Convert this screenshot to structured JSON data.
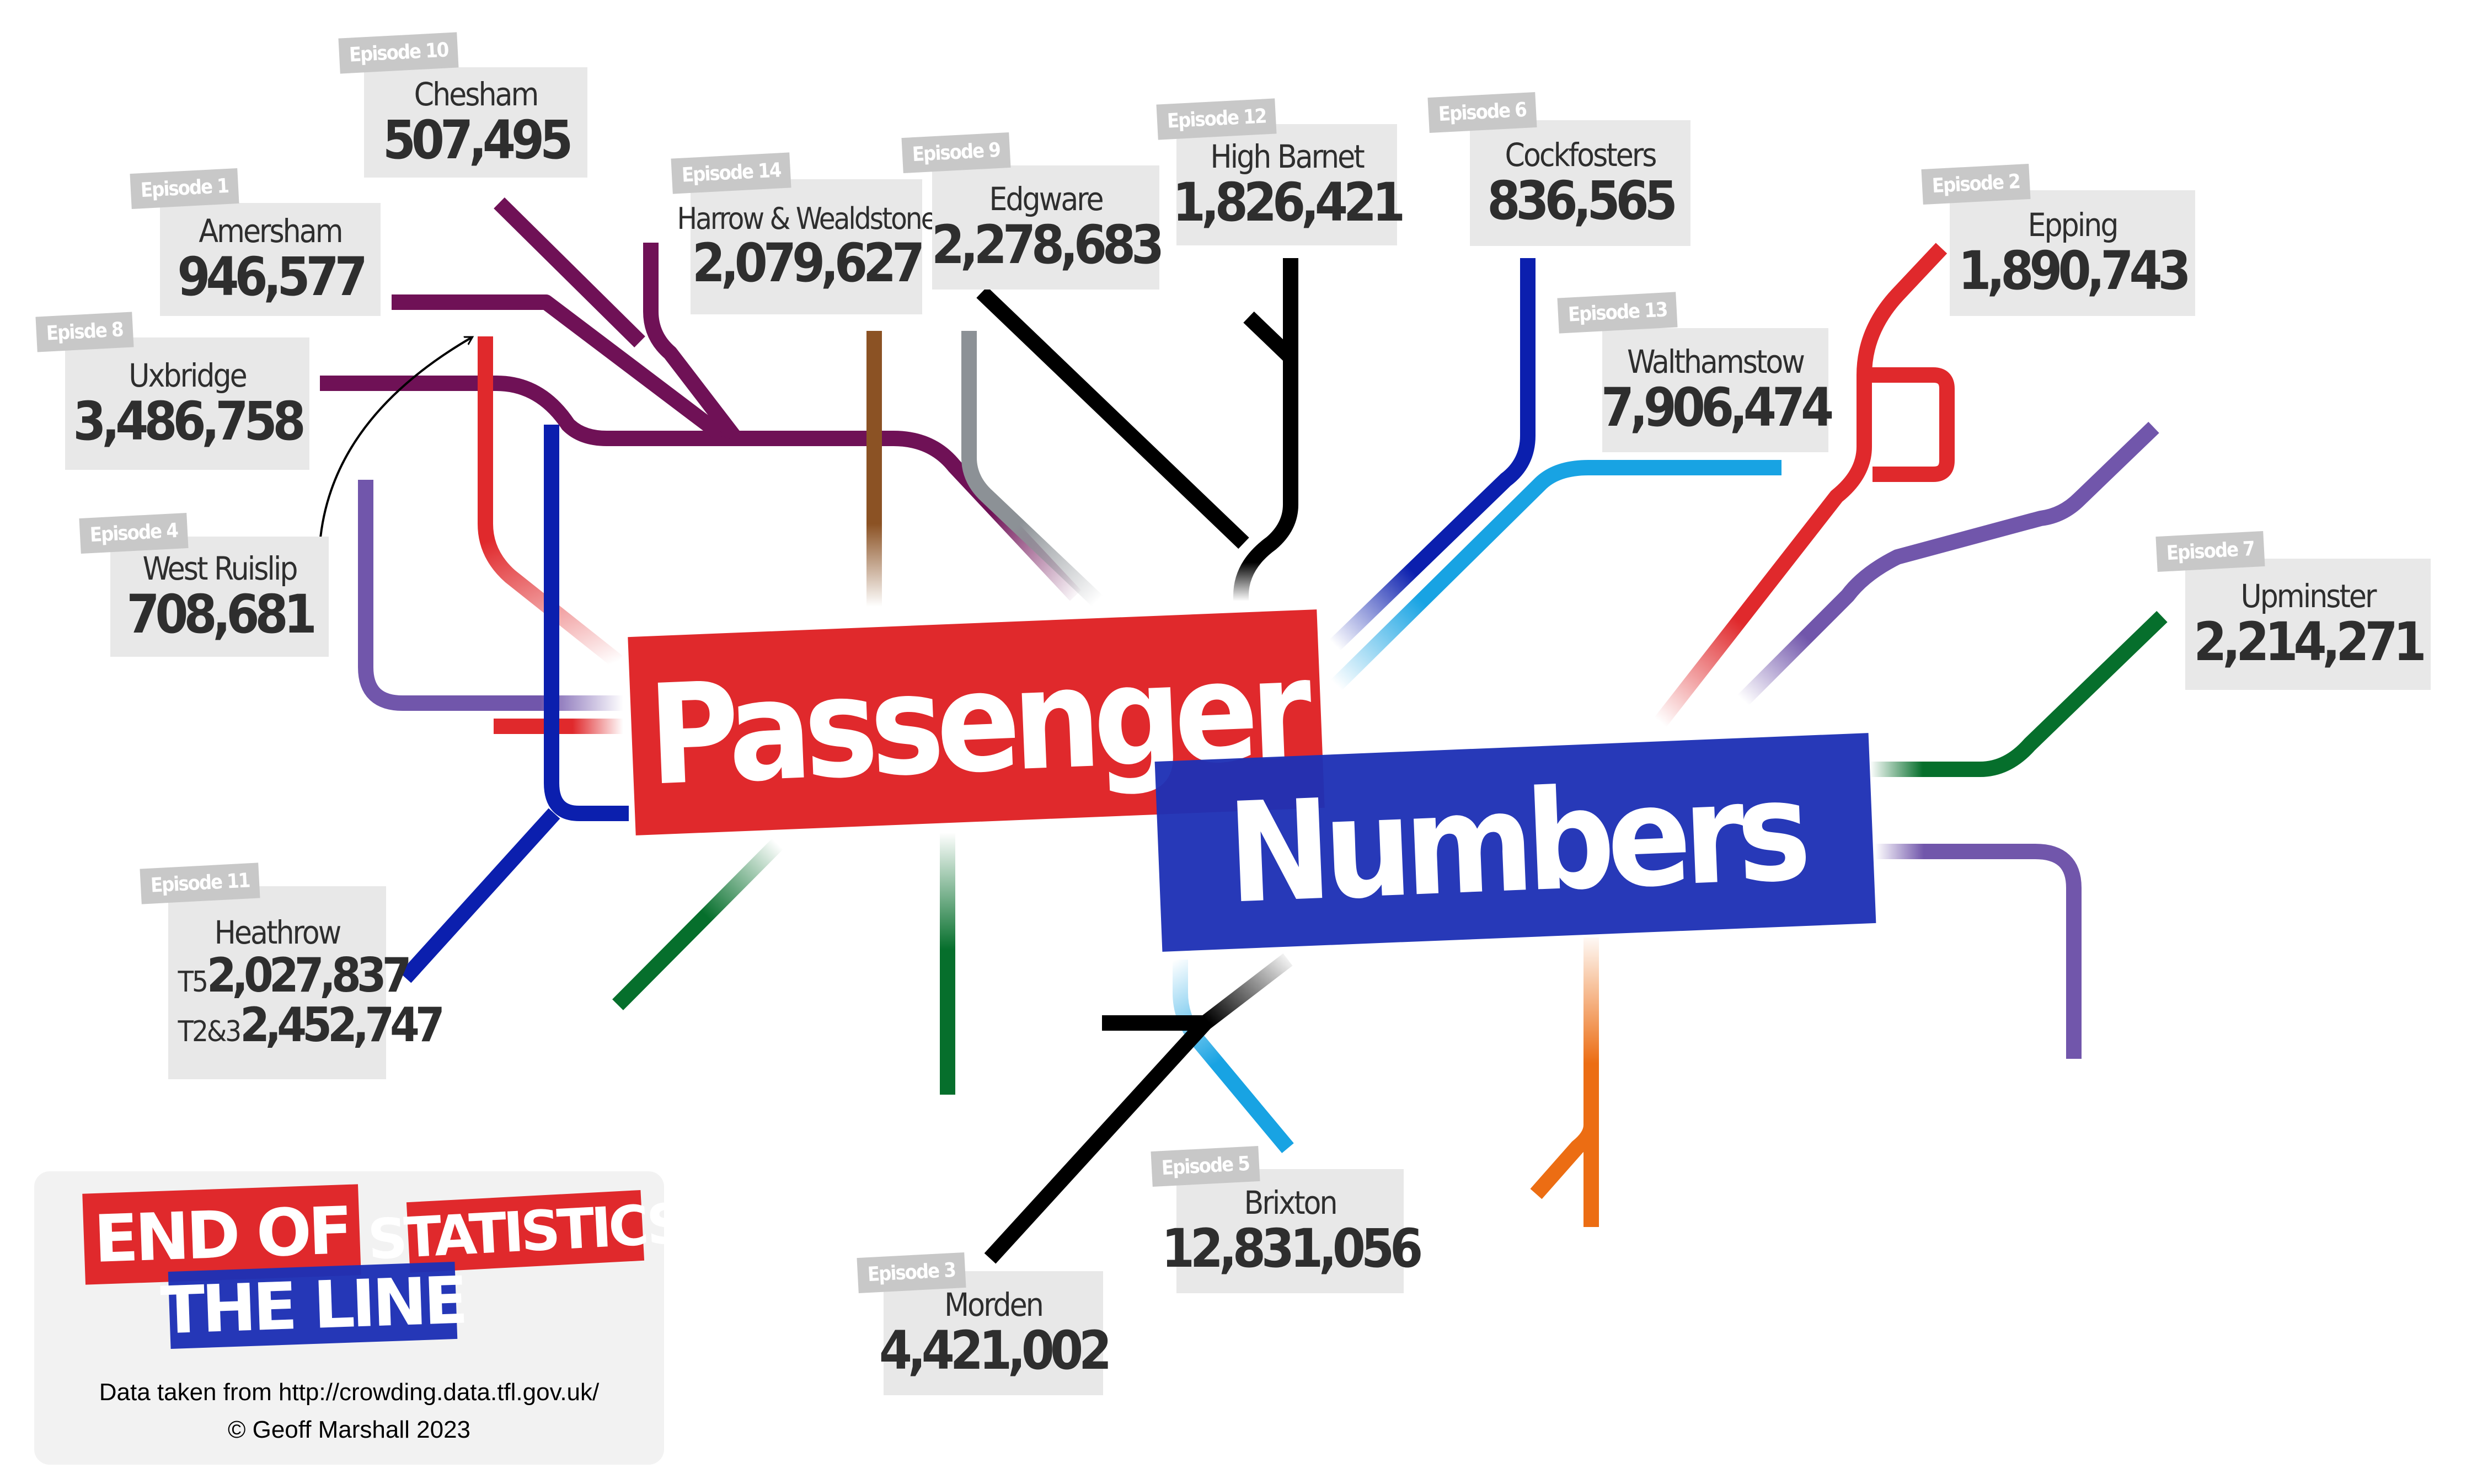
{
  "title": {
    "word1": "Passenger",
    "word2": "Numbers"
  },
  "colors": {
    "red": "#e0292c",
    "blue": "#1e31b5",
    "purple": "#6f1156",
    "brown": "#8b5224",
    "grey": "#8c9196",
    "black": "#000000",
    "navy": "#0b1fae",
    "cyan": "#18a3e3",
    "lilac": "#7156ab",
    "green": "#066f2c",
    "orange": "#ec6d13"
  },
  "stations": {
    "amersham": {
      "episode": "Episode 1",
      "name": "Amersham",
      "count": "946,577"
    },
    "chesham": {
      "episode": "Episode 10",
      "name": "Chesham",
      "count": "507,495"
    },
    "uxbridge": {
      "episode": "Episde 8",
      "name": "Uxbridge",
      "count": "3,486,758"
    },
    "west_ruislip": {
      "episode": "Episode 4",
      "name": "West Ruislip",
      "count": "708,681"
    },
    "harrow": {
      "episode": "Episode 14",
      "name": "Harrow & Wealdstone",
      "count": "2,079,627"
    },
    "edgware": {
      "episode": "Episode 9",
      "name": "Edgware",
      "count": "2,278,683"
    },
    "high_barnet": {
      "episode": "Episode 12",
      "name": "High Barnet",
      "count": "1,826,421"
    },
    "cockfosters": {
      "episode": "Episode 6",
      "name": "Cockfosters",
      "count": "836,565"
    },
    "walthamstow": {
      "episode": "Episode 13",
      "name": "Walthamstow",
      "count": "7,906,474"
    },
    "epping": {
      "episode": "Episode 2",
      "name": "Epping",
      "count": "1,890,743"
    },
    "upminster": {
      "episode": "Episode 7",
      "name": "Upminster",
      "count": "2,214,271"
    },
    "heathrow": {
      "episode": "Episode 11",
      "name": "Heathrow",
      "t5_label": "T5",
      "t5_count": "2,027,837",
      "t23_label": "T2&3",
      "t23_count": "2,452,747"
    },
    "brixton": {
      "episode": "Episode 5",
      "name": "Brixton",
      "count": "12,831,056"
    },
    "morden": {
      "episode": "Episode 3",
      "name": "Morden",
      "count": "4,421,002"
    }
  },
  "logo": {
    "line1": "END OF",
    "line2": "THE LINE",
    "line3": "STATISTICS"
  },
  "credits": {
    "source": "Data taken from http://crowding.data.tfl.gov.uk/",
    "copyright": "© Geoff Marshall 2023"
  }
}
